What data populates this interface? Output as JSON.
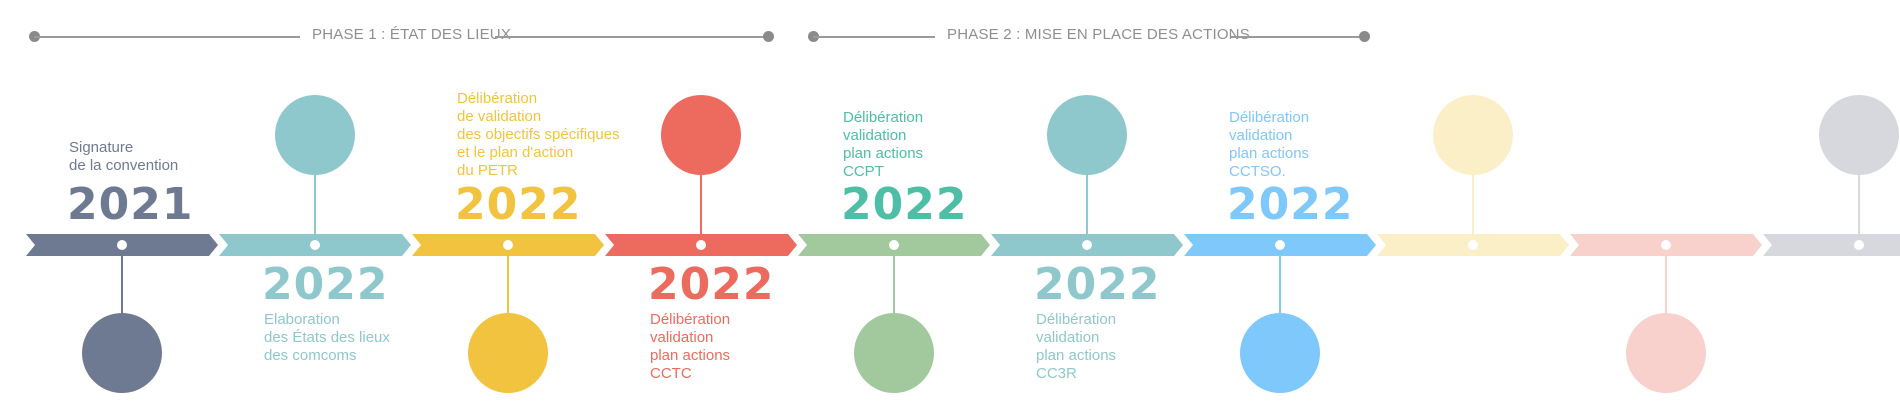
{
  "phases": [
    {
      "label": "PHASE 1 : ÉTAT DES LIEUX"
    },
    {
      "label": "PHASE 2 : MISE EN PLACE DES ACTIONS"
    }
  ],
  "timeline": [
    {
      "year": "2021",
      "caption": [
        "Signature",
        "de la convention"
      ],
      "color": "#6e7a92",
      "position": "above"
    },
    {
      "year": "2022",
      "caption": [
        "Elaboration",
        "des États des lieux",
        "des comcoms"
      ],
      "color": "#8ec8cc",
      "position": "below"
    },
    {
      "year": "2022",
      "caption": [
        "Délibération",
        "de validation",
        "des objectifs spécifiques",
        "et le plan d'action",
        "du PETR"
      ],
      "color": "#f2c33e",
      "position": "above"
    },
    {
      "year": "2022",
      "caption": [
        "Délibération",
        "validation",
        "plan actions",
        "CCTC"
      ],
      "color": "#ec6b5e",
      "position": "below"
    },
    {
      "year": "2022",
      "caption": [
        "Délibération",
        "validation",
        "plan actions",
        "CCPT"
      ],
      "color": "#a2c99e",
      "text_color": "#4dbfa6",
      "position": "above"
    },
    {
      "year": "2022",
      "caption": [
        "Délibération",
        "validation",
        "plan actions",
        "CC3R"
      ],
      "color": "#8ec8cc",
      "position": "below"
    },
    {
      "year": "2022",
      "caption": [
        "Délibération",
        "validation",
        "plan actions",
        "CCTSO."
      ],
      "color": "#7ec8fb",
      "position": "above"
    },
    {
      "year": "",
      "caption": [],
      "color": "#fbefc8",
      "position": "empty"
    },
    {
      "year": "",
      "caption": [],
      "color": "#f8d1cd",
      "position": "empty"
    },
    {
      "year": "",
      "caption": [],
      "color": "#d6d8dd",
      "position": "empty"
    }
  ]
}
